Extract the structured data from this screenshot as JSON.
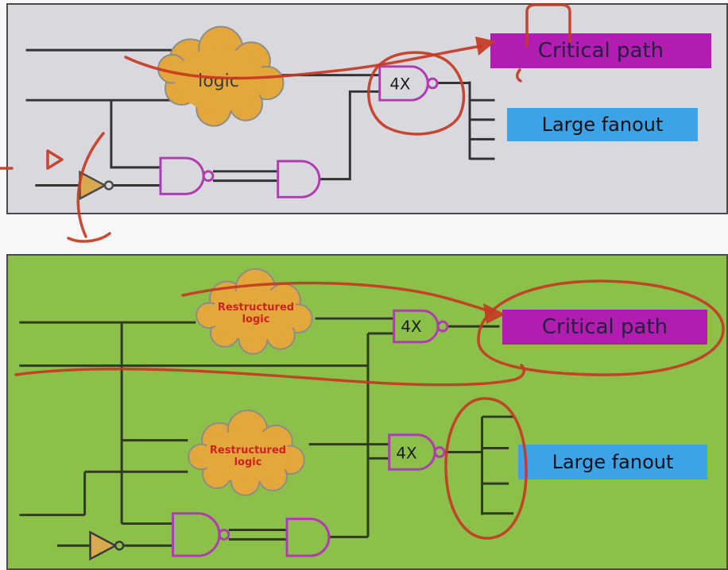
{
  "slide": {
    "before": {
      "cloud_label": "logic",
      "gate_label": "4X",
      "critical_path_label": "Critical path",
      "large_fanout_label": "Large fanout"
    },
    "after": {
      "cloud1": {
        "line1": "Restructured",
        "line2": "logic"
      },
      "cloud2": {
        "line1": "Restructured",
        "line2": "logic"
      },
      "gate1_label": "4X",
      "gate2_label": "4X",
      "critical_path_label": "Critical path",
      "large_fanout_label": "Large fanout"
    },
    "colors": {
      "before_bg": "#d8d8de",
      "after_bg": "#8cc04a",
      "critical_path_bg": "#b11cb1",
      "large_fanout_bg": "#3ba3e6",
      "cloud_fill": "#e4a73b",
      "gate_outline": "#b13bb1",
      "annotation_red": "#c43a22"
    }
  }
}
